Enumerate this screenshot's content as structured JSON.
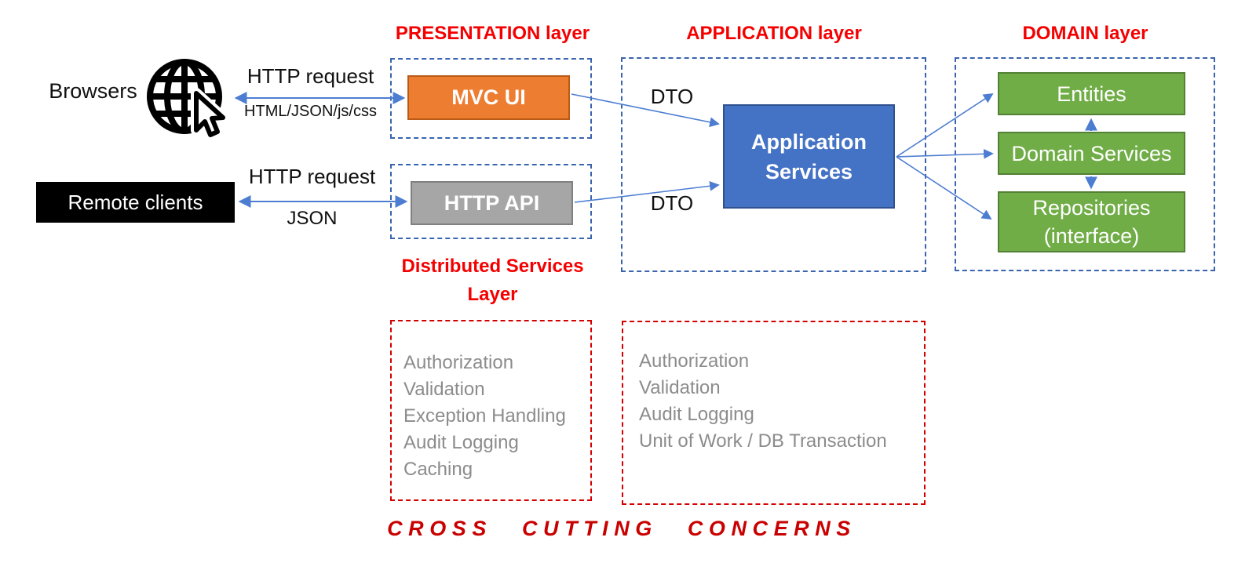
{
  "colors": {
    "layer_label_red": "#F50000",
    "red_dash_border": "#D40000",
    "blue_dash_border": "#3A64AD",
    "arrow_blue": "#4D7DD1",
    "mvc_orange": "#ED7D31",
    "http_api_gray": "#A6A6A6",
    "app_services_blue": "#4472C4",
    "domain_green": "#70AD47",
    "remote_clients_black": "#000000",
    "list_text_gray": "#8C8C8C",
    "footer_red": "#C90000"
  },
  "layers": {
    "presentation": {
      "label": "PRESENTATION layer"
    },
    "application": {
      "label": "APPLICATION layer"
    },
    "domain": {
      "label": "DOMAIN layer"
    },
    "distributed_services": {
      "line1": "Distributed Services",
      "line2": "Layer"
    }
  },
  "clients": {
    "browsers": {
      "label": "Browsers",
      "icon": "globe-with-cursor-icon"
    },
    "remote_clients": {
      "label": "Remote clients"
    }
  },
  "nodes": {
    "mvc_ui": {
      "label": "MVC UI"
    },
    "http_api": {
      "label": "HTTP API"
    },
    "application_services": {
      "line1": "Application",
      "line2": "Services"
    },
    "entities": {
      "label": "Entities"
    },
    "domain_services": {
      "label": "Domain Services"
    },
    "repositories": {
      "line1": "Repositories",
      "line2": "(interface)"
    }
  },
  "edges": {
    "browsers_mvc": {
      "top": "HTTP request",
      "bottom": "HTML/JSON/js/css"
    },
    "clients_api": {
      "top": "HTTP request",
      "bottom": "JSON"
    },
    "mvc_dto": {
      "label": "DTO"
    },
    "api_dto": {
      "label": "DTO"
    }
  },
  "cross_cutting": {
    "distributed_items": [
      "Authorization",
      "Validation",
      "Exception Handling",
      "Audit Logging",
      "Caching"
    ],
    "application_items": [
      "Authorization",
      "Validation",
      "Audit Logging",
      "Unit of Work / DB Transaction"
    ],
    "footer": "CROSS CUTTING CONCERNS"
  }
}
